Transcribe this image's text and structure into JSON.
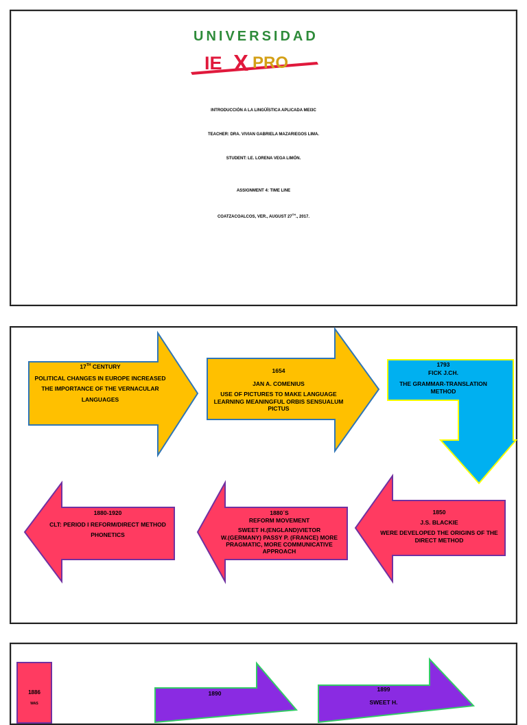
{
  "cover": {
    "logo_top": "UNIVERSIDAD",
    "logo_bottom_ie": "IE",
    "logo_bottom_x": "X",
    "logo_bottom_pro": "PRO",
    "course": "INTRODUCCIÓN A LA LINGÜÍSTICA APLICADA MEI3C",
    "teacher": "TEACHER: DRA. VIVIAN GABRIELA MAZARIEGOS LIMA.",
    "student": "STUDENT: LE. LORENA VEGA LIMÓN.",
    "assignment": "ASSIGNMENT 4:  TIME LINE",
    "place_date_pre": "COATZACOALCOS, VER., AUGUST 27",
    "place_date_sup": "TH",
    "place_date_post": "., 2017."
  },
  "timeline": {
    "a1": {
      "century_num": "17",
      "century_sup": "TH",
      "century_word": " CENTURY",
      "line1": "POLITICAL CHANGES IN EUROPE INCREASED",
      "line2": "THE IMPORTANCE OF THE VERNACULAR",
      "line3": "LANGUAGES"
    },
    "a2": {
      "year": "1654",
      "name": "JAN A. COMENIUS",
      "line1": "USE OF PICTURES TO MAKE LANGUAGE",
      "line2": "LEARNING MEANINGFUL ORBIS SENSUALUM",
      "line3": "PICTUS"
    },
    "a3": {
      "year": "1793",
      "name": "FICK J.CH.",
      "line1": "THE GRAMMAR-TRANSLATION",
      "line2": "METHOD"
    },
    "a4": {
      "year": "1850",
      "name": "J.S. BLACKIE",
      "line1": "WERE DEVELOPED THE ORIGINS OF THE",
      "line2": "DIRECT METHOD"
    },
    "a5": {
      "year": "1880´S",
      "name": "REFORM MOVEMENT",
      "line1": "SWEET H.(ENGLAND)VIETOR",
      "line2": "W.(GERMANY) PASSY P. (FRANCE)  MORE",
      "line3": "PRAGMATIC, MORE COMMUNICATIVE",
      "line4": "APPROACH"
    },
    "a6": {
      "year": "1880-1920",
      "line1": "CLT: PERIOD I REFORM/DIRECT METHOD",
      "line2": "PHONETICS"
    },
    "b1": {
      "year": "1886",
      "extra": "WAS"
    },
    "b2": {
      "year": "1890"
    },
    "b3": {
      "year": "1899",
      "name": "SWEET H."
    }
  },
  "colors": {
    "yellow": "#FFC000",
    "blue_border": "#2E75B6",
    "cyan": "#00B0F0",
    "cyan_border": "#FFFF00",
    "pink": "#FF3B61",
    "pink_border": "#7030A0",
    "purple": "#8A2BE2",
    "green_border": "#33CC66",
    "logo_green": "#2E8B3A",
    "logo_red": "#E0193C",
    "logo_gold": "#D4A017"
  }
}
